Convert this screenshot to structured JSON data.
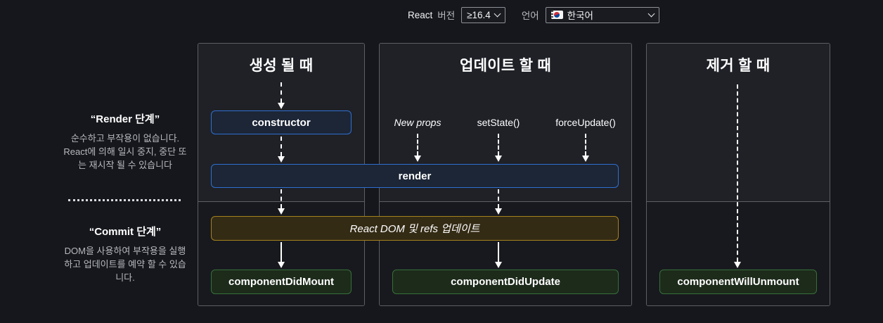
{
  "topbar": {
    "react_label": "React",
    "version_label": "버전",
    "version_value": "≥16.4",
    "language_label": "언어",
    "language_value": "한국어"
  },
  "sidebar": {
    "render_phase": {
      "title": "“Render 단계”",
      "description": "순수하고 부작용이 없습니다. React에 의해 일시 중지, 중단 또는 재시작 될 수 있습니다"
    },
    "commit_phase": {
      "title": "“Commit 단계”",
      "description": "DOM을 사용하여 부작용을 실행하고 업데이트를 예약 할 수 있습니다."
    }
  },
  "columns": [
    {
      "id": "mount",
      "title": "생성 될 때"
    },
    {
      "id": "update",
      "title": "업데이트 할 때"
    },
    {
      "id": "unmount",
      "title": "제거 할 때"
    }
  ],
  "nodes": {
    "constructor": "constructor",
    "render": "render",
    "react_dom_update": "React DOM 및 refs 업데이트",
    "component_did_mount": "componentDidMount",
    "component_did_update": "componentDidUpdate",
    "component_will_unmount": "componentWillUnmount"
  },
  "triggers": {
    "new_props": "New props",
    "set_state": "setState()",
    "force_update": "forceUpdate()"
  },
  "colors": {
    "background": "#16171c",
    "render_phase_bg": "#1f2127",
    "commit_phase_bg": "#18191e",
    "blue_border": "#2f6fd0",
    "gold_border": "#a5821f",
    "green_border": "#35703a"
  }
}
